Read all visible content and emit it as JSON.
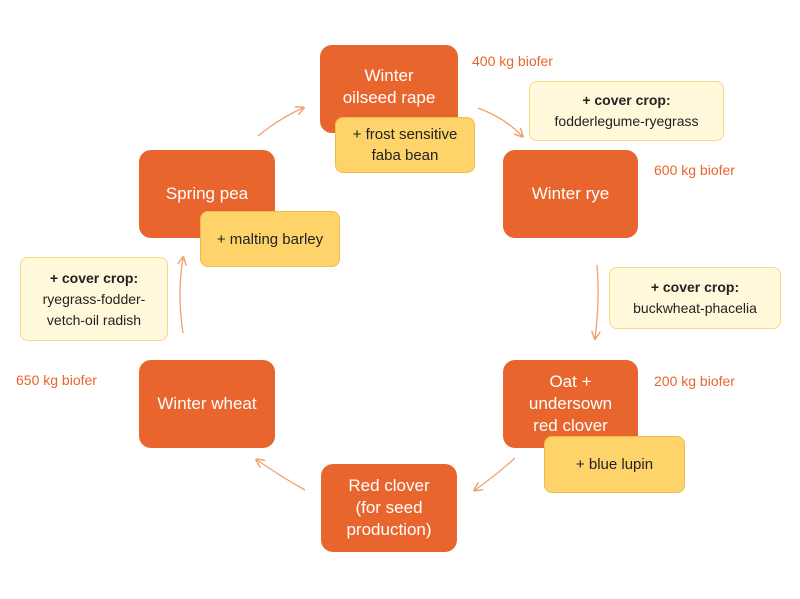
{
  "crops": {
    "winter_oilseed_rape": "Winter\noilseed rape",
    "winter_rye": "Winter rye",
    "oat_undersown": "Oat +\nundersown\nred clover",
    "red_clover_seed": "Red clover\n(for seed\nproduction)",
    "winter_wheat": "Winter wheat",
    "spring_pea": "Spring pea"
  },
  "intercrops": {
    "frost_faba": "+ frost sensitive\nfaba bean",
    "blue_lupin": "+ blue lupin",
    "malting_barley": "+ malting barley"
  },
  "cover_crops": {
    "heading": "+ cover crop:",
    "after_rapeseed": "fodderlegume-ryegrass",
    "after_rye": "buckwheat-phacelia",
    "after_wheat": "ryegrass-fodder-\nvetch-oil radish"
  },
  "fertilization": {
    "oilseed_rape": "400 kg biofer",
    "winter_rye": "600 kg biofer",
    "oat": "200 kg biofer",
    "winter_wheat": "650 kg biofer"
  },
  "colors": {
    "crop_fill": "#e8662d",
    "intercrop_fill": "#fdd36a",
    "cover_fill": "#fff8db",
    "arrow": "#f0a070",
    "fert_text": "#e8662d"
  }
}
